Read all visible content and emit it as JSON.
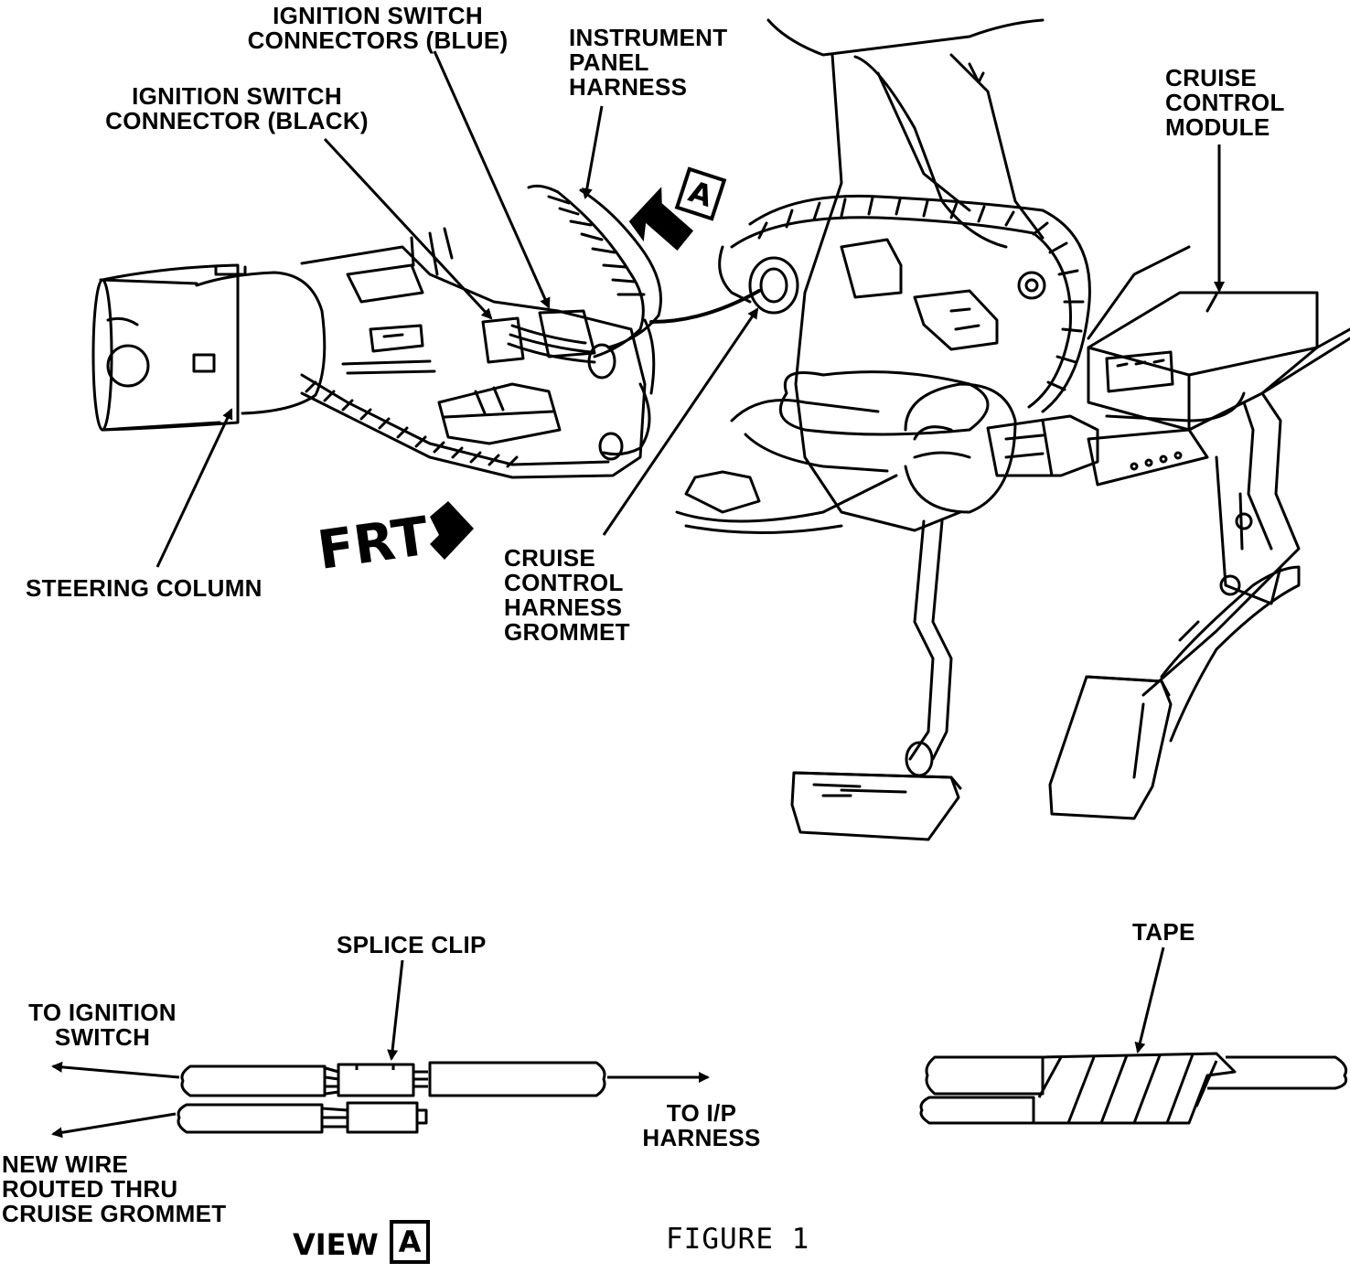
{
  "labels": {
    "ignition_switch_connectors_blue": "IGNITION SWITCH\nCONNECTORS (BLUE)",
    "ignition_switch_connector_black": "IGNITION SWITCH\nCONNECTOR (BLACK)",
    "instrument_panel_harness": "INSTRUMENT\nPANEL\nHARNESS",
    "cruise_control_module": "CRUISE\nCONTROL\nMODULE",
    "steering_column": "STEERING COLUMN",
    "frt": "FRT",
    "cruise_control_harness_grommet": "CRUISE\nCONTROL\nHARNESS\nGROMMET",
    "splice_clip": "SPLICE CLIP",
    "tape": "TAPE",
    "to_ignition_switch": "TO IGNITION\nSWITCH",
    "to_ip_harness": "TO I/P\nHARNESS",
    "new_wire_routed": "NEW WIRE\nROUTED THRU\nCRUISE GROMMET",
    "view": "VIEW",
    "view_letter": "A",
    "callout_letter": "A",
    "figure": "FIGURE 1"
  }
}
